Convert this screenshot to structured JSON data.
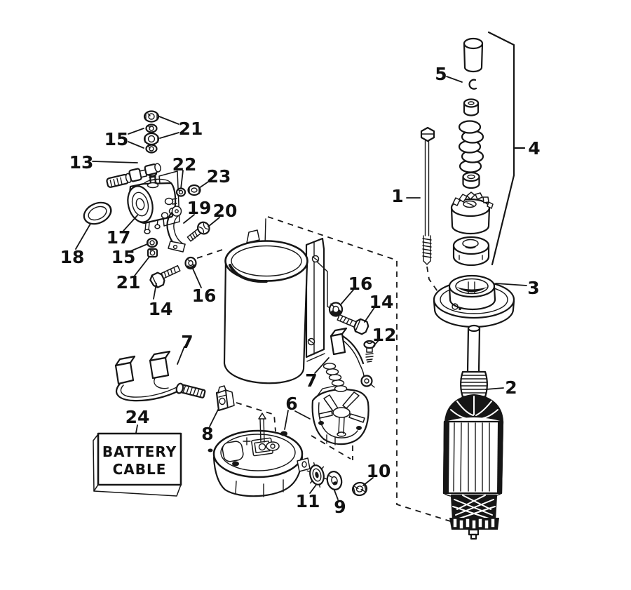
{
  "colors": {
    "ink": "#161616",
    "background": "#ffffff"
  },
  "diagram": {
    "type": "exploded-parts-diagram",
    "subject": "electric starter assembly",
    "battery_box": {
      "line1": "BATTERY",
      "line2": "CABLE"
    },
    "callouts": [
      {
        "part": "bolt-through",
        "label": "1"
      },
      {
        "part": "armature",
        "label": "2"
      },
      {
        "part": "end-head-flange",
        "label": "3"
      },
      {
        "part": "drive-assembly-group",
        "label": "4"
      },
      {
        "part": "retaining-ring",
        "label": "5"
      },
      {
        "part": "end-cap",
        "label": "6"
      },
      {
        "part": "brush-and-spring-right",
        "label": "7"
      },
      {
        "part": "brush-set-left",
        "label": "7"
      },
      {
        "part": "lever-clip",
        "label": "8"
      },
      {
        "part": "washer-bottom",
        "label": "9"
      },
      {
        "part": "nut-bottom",
        "label": "10"
      },
      {
        "part": "seal-grommet",
        "label": "11"
      },
      {
        "part": "screw-terminal",
        "label": "12"
      },
      {
        "part": "terminal-stud",
        "label": "13"
      },
      {
        "part": "bolt-left",
        "label": "14"
      },
      {
        "part": "bolt-right",
        "label": "14"
      },
      {
        "part": "washer-stack-upper",
        "label": "15"
      },
      {
        "part": "nut-lower",
        "label": "15"
      },
      {
        "part": "washer-left",
        "label": "16"
      },
      {
        "part": "washer-right",
        "label": "16"
      },
      {
        "part": "solenoid",
        "label": "17"
      },
      {
        "part": "bushing-ring",
        "label": "18"
      },
      {
        "part": "link-strap",
        "label": "19"
      },
      {
        "part": "bolt-link",
        "label": "20"
      },
      {
        "part": "nut-stack-upper",
        "label": "21"
      },
      {
        "part": "lock-washer-lower",
        "label": "21"
      },
      {
        "part": "washer-solenoid",
        "label": "22"
      },
      {
        "part": "nut-solenoid",
        "label": "23"
      },
      {
        "part": "battery-cable",
        "label": "24"
      }
    ]
  }
}
